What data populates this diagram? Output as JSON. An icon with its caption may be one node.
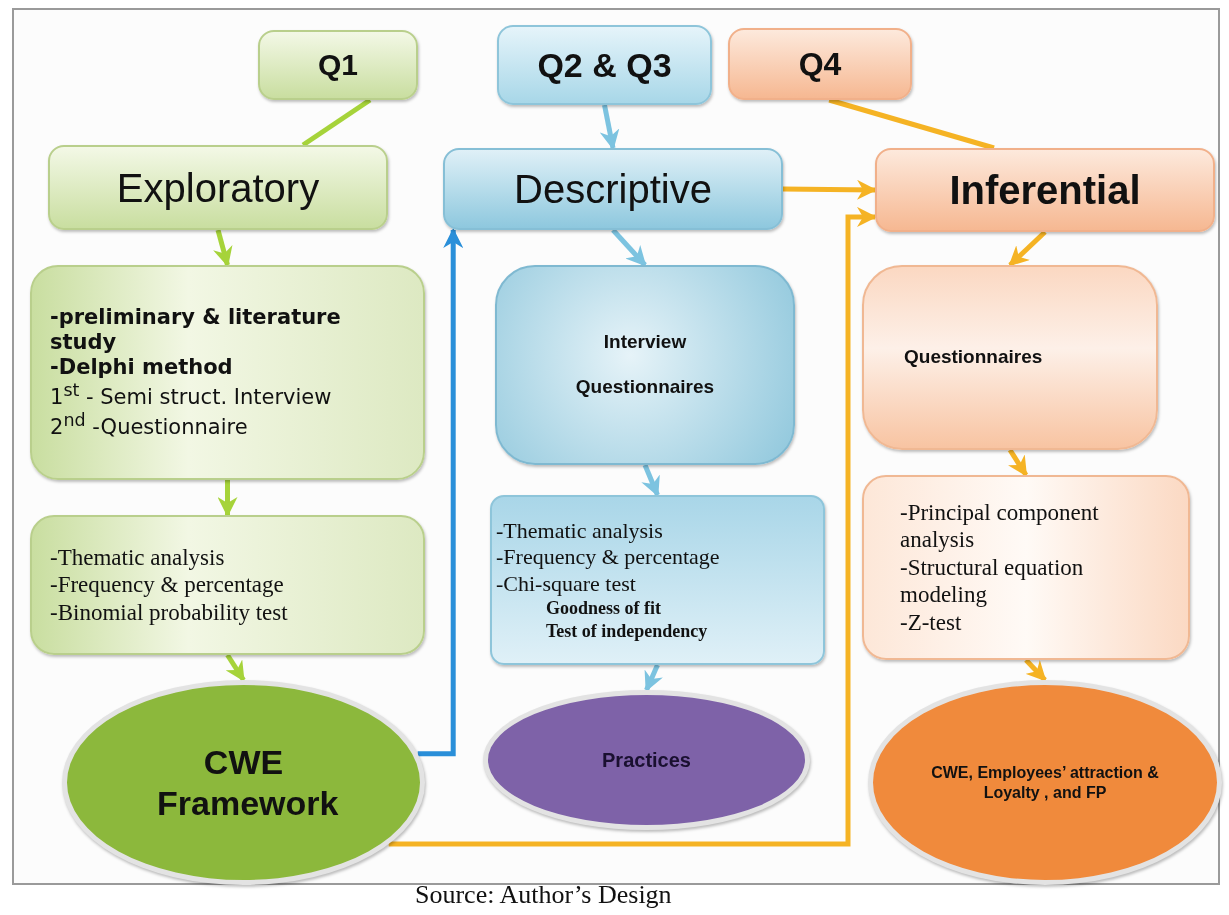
{
  "diagram": {
    "caption": "Source: Author’s Design",
    "nodes": [
      {
        "text": [
          "Q1"
        ]
      },
      {
        "text": [
          "Q2 & Q3"
        ]
      },
      {
        "text": [
          "Q4"
        ]
      },
      {
        "text": [
          "Exploratory"
        ]
      },
      {
        "text": [
          "Descriptive"
        ]
      },
      {
        "text": [
          "Inferential"
        ]
      },
      {
        "text": [
          "**-preliminary & literature study**",
          "**-Delphi method**",
          "1$^{st}$ - Semi struct. Interview",
          "2$^{nd}$ -Questionnaire"
        ]
      },
      {
        "text": [
          "-Thematic analysis",
          "-Frequency & percentage",
          "-Binomial probability test"
        ]
      },
      {
        "text": [
          "CWE Framework"
        ]
      },
      {
        "text": [
          "Interview",
          "Questionnaires"
        ]
      },
      {
        "text": [
          "-Thematic analysis",
          "-Frequency & percentage",
          "-Chi-square test",
          "Goodness of fit",
          "Test of independency"
        ]
      },
      {
        "text": [
          "Practices"
        ]
      },
      {
        "text": [
          "Questionnaires"
        ]
      },
      {
        "text": [
          "-Principal component analysis",
          "-Structural equation modeling",
          "-Z-test"
        ]
      },
      {
        "text": [
          "CWE, Employees’ attraction & Loyalty , and FP"
        ]
      }
    ],
    "edges": [
      {
        "from": 0,
        "to": 3,
        "arrow": "none",
        "color": "#a6d33a"
      },
      {
        "from": 1,
        "to": 4,
        "arrow": "to",
        "color": "#7cc3e0"
      },
      {
        "from": 2,
        "to": 5,
        "arrow": "none"
      },
      {
        "from": 4,
        "to": 5,
        "arrow": "to"
      },
      {
        "from": 3,
        "to": 6,
        "arrow": "to",
        "color": "#a6d33a"
      },
      {
        "from": 6,
        "to": 7,
        "arrow": "to",
        "color": "#a6d33a"
      },
      {
        "from": 7,
        "to": 8,
        "arrow": "to",
        "color": "#a6d33a"
      },
      {
        "from": 4,
        "to": 9,
        "arrow": "to",
        "color": "#7cc3e0"
      },
      {
        "from": 9,
        "to": 10,
        "arrow": "to",
        "color": "#7cc3e0"
      },
      {
        "from": 10,
        "to": 11,
        "arrow": "to",
        "color": "#7cc3e0"
      },
      {
        "from": 5,
        "to": 12,
        "arrow": "to"
      },
      {
        "from": 12,
        "to": 13,
        "arrow": "to"
      },
      {
        "from": 13,
        "to": 14,
        "arrow": "to"
      },
      {
        "from": 8,
        "to": 4,
        "arrow": "to",
        "color": "#2a8fd9"
      },
      {
        "from": 8,
        "to": 5,
        "arrow": "to"
      }
    ]
  }
}
